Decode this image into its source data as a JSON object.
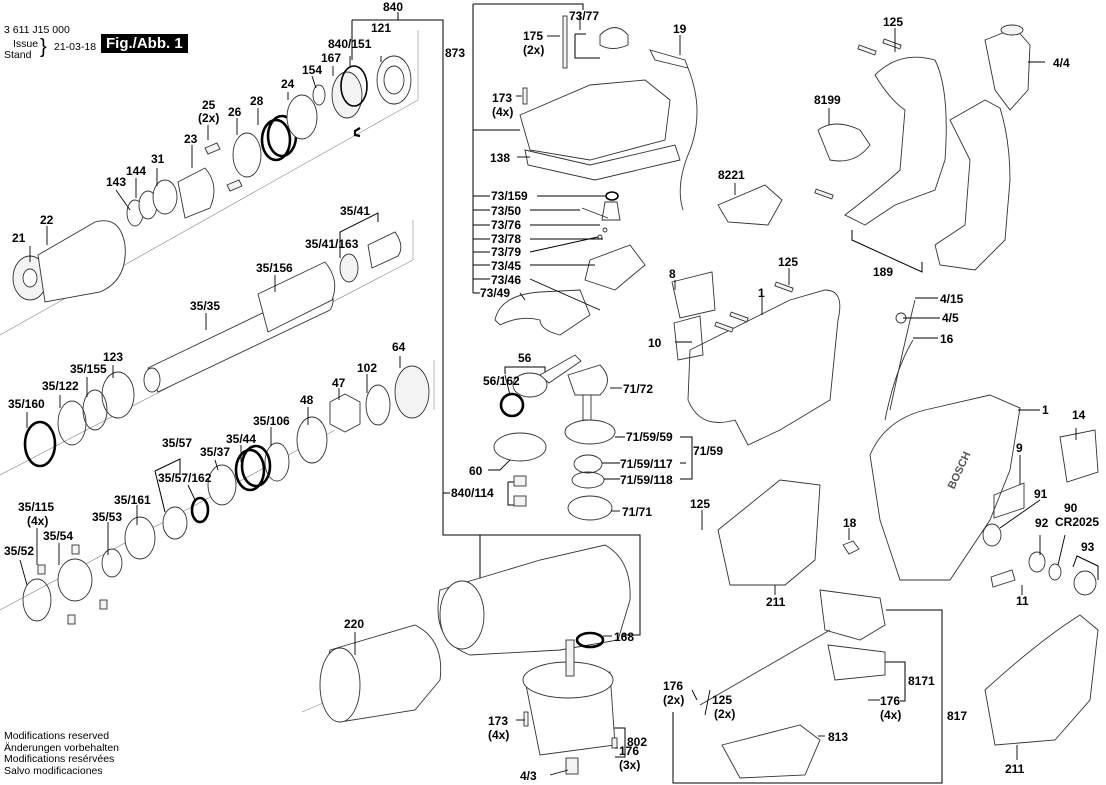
{
  "header": {
    "part_number": "3 611 J15 000",
    "issue_label": "Issue",
    "stand_label": "Stand",
    "date": "21-03-18",
    "figure": "Fig./Abb. 1"
  },
  "footer": {
    "lines": [
      "Modifications reserved",
      "Änderungen vorbehalten",
      "Modifications resérvées",
      "Salvo modificaciones"
    ]
  },
  "labels": {
    "l840": "840",
    "l121": "121",
    "l840_151": "840/151",
    "l167": "167",
    "l154": "154",
    "l24": "24",
    "l25": "25",
    "l25q": "(2x)",
    "l26": "26",
    "l28": "28",
    "l23": "23",
    "l31": "31",
    "l144": "144",
    "l143": "143",
    "l22": "22",
    "l21": "21",
    "l35_41": "35/41",
    "l35_41_163": "35/41/163",
    "l35_156": "35/156",
    "l35_35": "35/35",
    "l123": "123",
    "l35_155": "35/155",
    "l35_122": "35/122",
    "l35_160": "35/160",
    "l64": "64",
    "l102": "102",
    "l47": "47",
    "l48": "48",
    "l35_106": "35/106",
    "l35_44": "35/44",
    "l35_37": "35/37",
    "l35_57": "35/57",
    "l35_57_162": "35/57/162",
    "l35_161": "35/161",
    "l35_53": "35/53",
    "l35_115": "35/115",
    "l35_115q": "(4x)",
    "l35_54": "35/54",
    "l35_52": "35/52",
    "l220": "220",
    "l873": "873",
    "l73_77": "73/77",
    "l175": "175",
    "l175q": "(2x)",
    "l19": "19",
    "l173a": "173",
    "l173aq": "(4x)",
    "l138": "138",
    "l73_159": "73/159",
    "l73_50": "73/50",
    "l73_76": "73/76",
    "l73_78": "73/78",
    "l73_79": "73/79",
    "l73_45": "73/45",
    "l73_46": "73/46",
    "l73_49": "73/49",
    "l56": "56",
    "l56_162": "56/162",
    "l71_72": "71/72",
    "l71_59_59": "71/59/59",
    "l71_59": "71/59",
    "l71_59_117": "71/59/117",
    "l71_59_118": "71/59/118",
    "l60": "60",
    "l840_114": "840/114",
    "l71_71": "71/71",
    "l168": "168",
    "l173b": "173",
    "l173bq": "(4x)",
    "l802": "802",
    "l176a": "176",
    "l176aq": "(3x)",
    "l4_3": "4/3",
    "l125a": "125",
    "l4_4": "4/4",
    "l8199": "8199",
    "l8221": "8221",
    "l189": "189",
    "l8": "8",
    "l125b": "125",
    "l1a": "1",
    "l10": "10",
    "l4_15": "4/15",
    "l4_5": "4/5",
    "l16": "16",
    "l1b": "1",
    "l14": "14",
    "l9": "9",
    "l91": "91",
    "l92": "92",
    "l90": "90",
    "l90b": "CR2025",
    "l93": "93",
    "l11": "11",
    "l125c": "125",
    "l18": "18",
    "l211a": "211",
    "l176b": "176",
    "l176bq": "(2x)",
    "l125d": "125",
    "l125dq": "(2x)",
    "l8171": "8171",
    "l176c": "176",
    "l176cq": "(4x)",
    "l817": "817",
    "l813": "813",
    "l211b": "211"
  },
  "brand_text": "BOSCH"
}
